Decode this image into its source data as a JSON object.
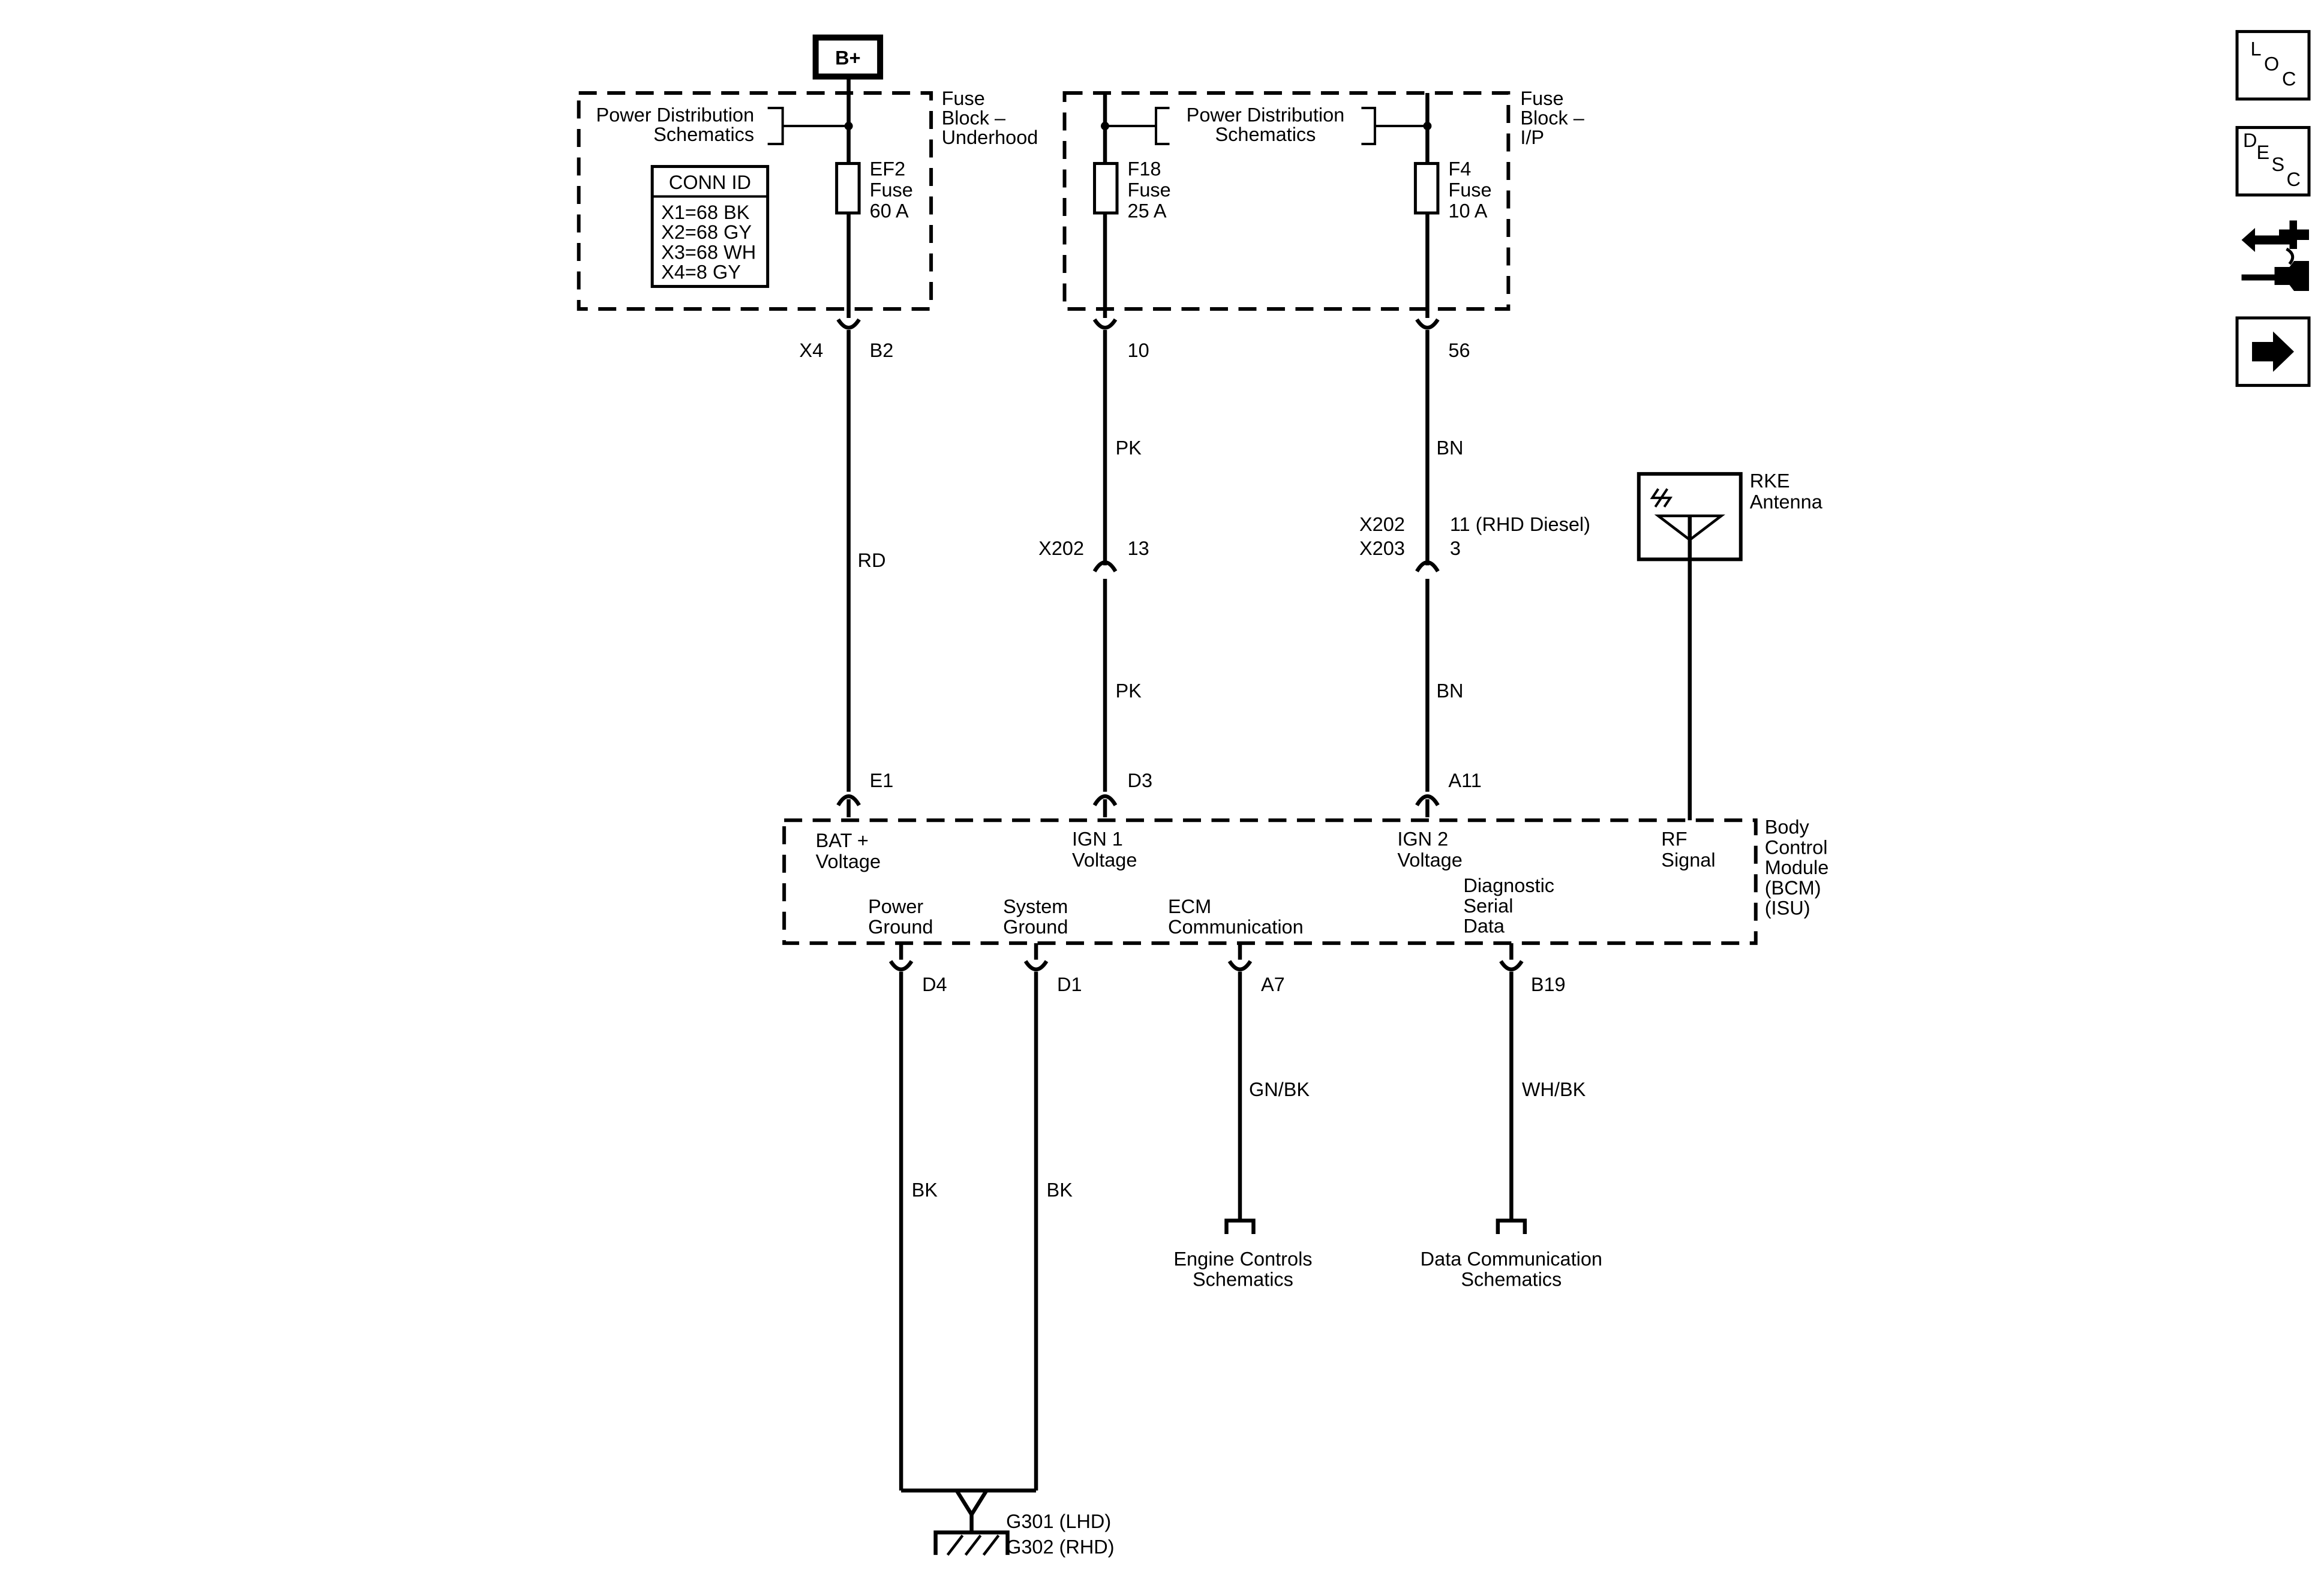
{
  "power_source": "B+",
  "fuse_block_underhood": {
    "label": [
      "Fuse",
      "Block –",
      "Underhood"
    ],
    "power_dist": [
      "Power Distribution",
      "Schematics"
    ],
    "conn_id_title": "CONN ID",
    "conn_ids": [
      "X1=68 BK",
      "X2=68 GY",
      "X3=68 WH",
      "X4=8 GY"
    ],
    "fuse": [
      "EF2",
      "Fuse",
      "60 A"
    ]
  },
  "fuse_block_ip": {
    "label": [
      "Fuse",
      "Block –",
      "I/P"
    ],
    "power_dist": [
      "Power Distribution",
      "Schematics"
    ],
    "fuse_f18": [
      "F18",
      "Fuse",
      "25 A"
    ],
    "fuse_f4": [
      "F4",
      "Fuse",
      "10 A"
    ]
  },
  "wire_bat": {
    "connector": "X4",
    "pin_top": "B2",
    "color": "RD",
    "pin_bcm": "E1"
  },
  "wire_ign1": {
    "pin_top": "10",
    "color_upper": "PK",
    "inline_conn": "X202",
    "inline_pin": "13",
    "color_lower": "PK",
    "pin_bcm": "D3"
  },
  "wire_ign2": {
    "pin_top": "56",
    "color_upper": "BN",
    "inline_conn_1": "X202",
    "inline_conn_2": "X203",
    "inline_pin_1": "11 (RHD Diesel)",
    "inline_pin_2": "3",
    "color_lower": "BN",
    "pin_bcm": "A11"
  },
  "rke_antenna": [
    "RKE",
    "Antenna"
  ],
  "bcm": {
    "label": [
      "Body",
      "Control",
      "Module",
      "(BCM)",
      "(ISU)"
    ],
    "bat_voltage": [
      "BAT +",
      "Voltage"
    ],
    "ign1_voltage": [
      "IGN 1",
      "Voltage"
    ],
    "ign2_voltage": [
      "IGN 2",
      "Voltage"
    ],
    "rf_signal": [
      "RF",
      "Signal"
    ],
    "power_ground": [
      "Power",
      "Ground"
    ],
    "system_ground": [
      "System",
      "Ground"
    ],
    "ecm_comm": [
      "ECM",
      "Communication"
    ],
    "diag_data": [
      "Diagnostic",
      "Serial",
      "Data"
    ]
  },
  "wire_power_ground": {
    "pin": "D4",
    "color": "BK"
  },
  "wire_system_ground": {
    "pin": "D1",
    "color": "BK"
  },
  "wire_ecm": {
    "pin": "A7",
    "color": "GN/BK",
    "dest": [
      "Engine Controls",
      "Schematics"
    ]
  },
  "wire_diag": {
    "pin": "B19",
    "color": "WH/BK",
    "dest": [
      "Data Communication",
      "Schematics"
    ]
  },
  "ground": [
    "G301 (LHD)",
    "G302 (RHD)"
  ],
  "nav": {
    "loc": [
      "L",
      "O",
      "C"
    ],
    "desc": [
      "D",
      "E",
      "S",
      "C"
    ],
    "next_icon": "arrow-right-icon",
    "connector_icon": "connector-icon"
  }
}
